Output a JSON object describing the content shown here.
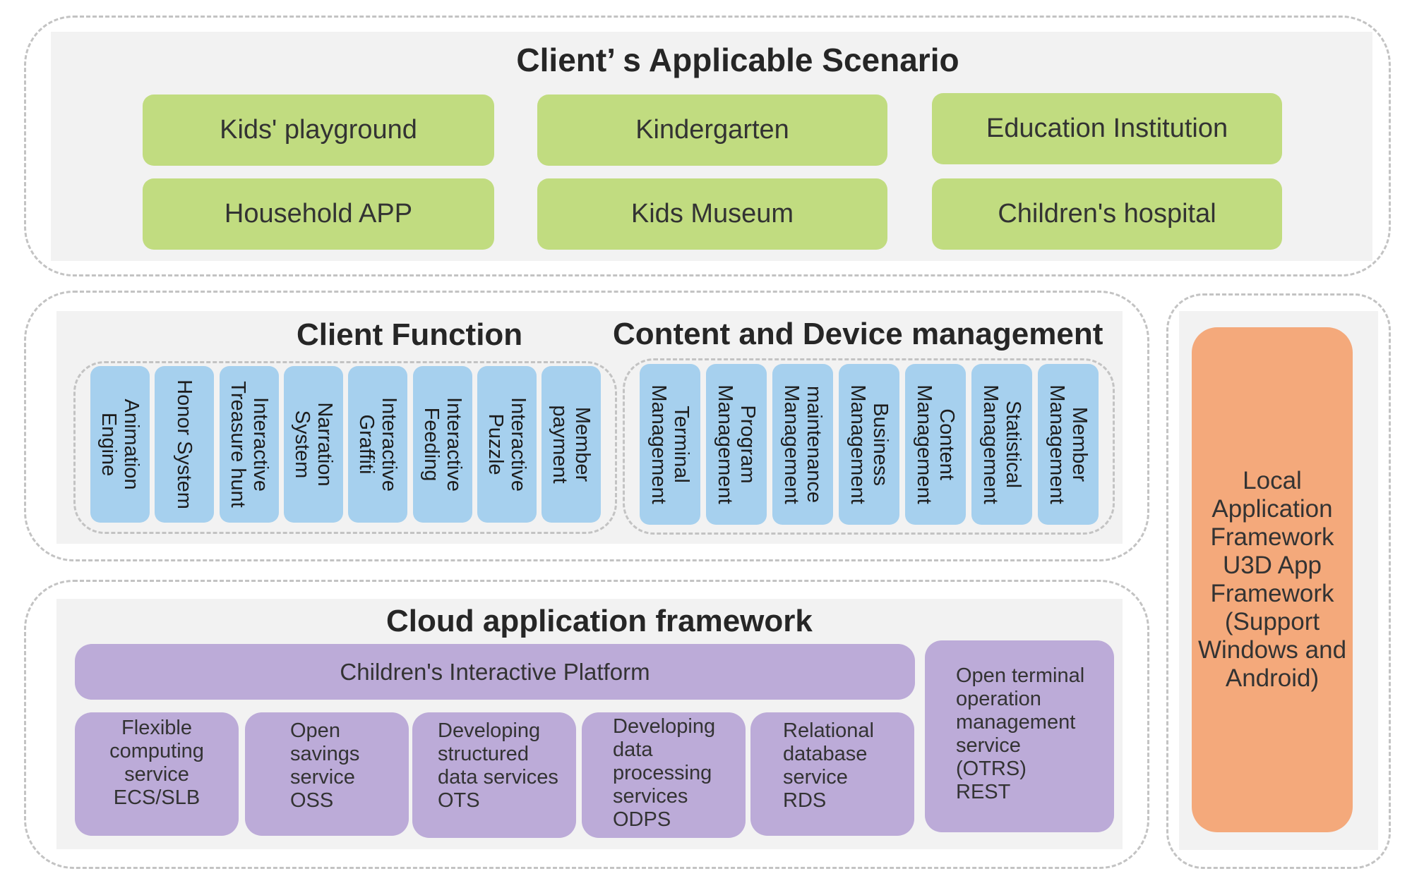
{
  "scenario": {
    "title": "Client’ s Applicable Scenario",
    "items": [
      "Kids' playground",
      "Kindergarten",
      "Education Institution",
      "Household APP",
      "Kids Museum",
      "Children's hospital"
    ]
  },
  "client_function": {
    "title": "Client Function",
    "items": [
      "Animation Engine",
      "Honor System",
      "Interactive Treasure hunt",
      "Narration System",
      "Interactive Graffiti",
      "Interactive Feeding",
      "Interactive Puzzle",
      "Member payment"
    ]
  },
  "content_device": {
    "title": "Content and Device management",
    "items": [
      "Terminal Management",
      "Program Management",
      "maintenance Management",
      "Business Management",
      "Content Management",
      "Statistical Management",
      "Member Management"
    ]
  },
  "cloud": {
    "title": "Cloud application framework",
    "platform": "Children's Interactive Platform",
    "services": [
      "Flexible\ncomputing\nservice\nECS/SLB",
      "Open\nsavings\nservice\nOSS",
      "Developing\nstructured\ndata services\nOTS",
      "Developing\ndata\nprocessing\nservices\nODPS",
      "Relational\ndatabase\nservice\nRDS"
    ],
    "terminal": "Open terminal\noperation\nmanagement\nservice\n(OTRS)\nREST"
  },
  "local": {
    "text": "Local\nApplication\nFramework\nU3D App\nFramework\n(Support\nWindows and\nAndroid)"
  },
  "colors": {
    "scenario_box": "#c1dc80",
    "function_box": "#a6d0ee",
    "cloud_box": "#bcabd8",
    "local_box": "#f4a97b",
    "panel_bg": "#f2f2f2",
    "dashed_border": "#c3c3c3"
  }
}
